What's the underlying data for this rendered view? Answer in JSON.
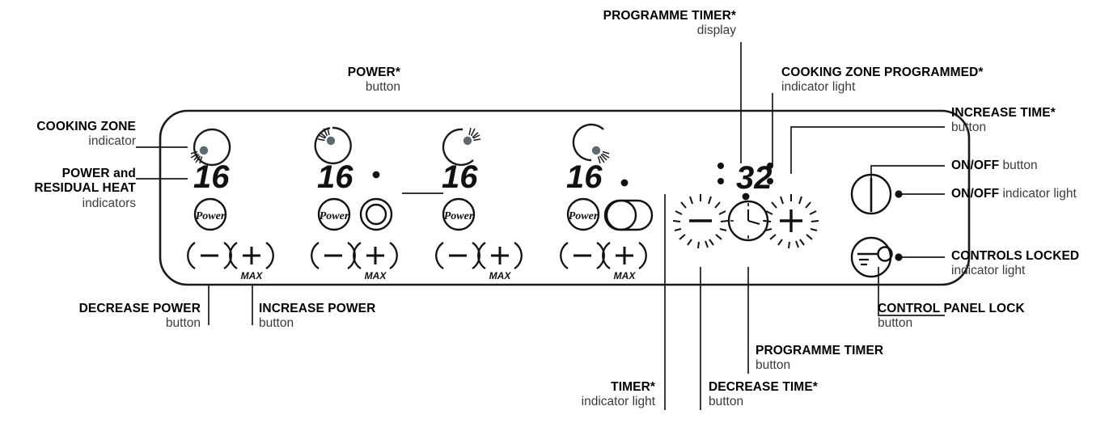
{
  "diagram": {
    "title": "Cooktop control panel callout diagram",
    "panel": {
      "zones": [
        {
          "id": "zone-1",
          "zone_icon": "cooking-zone-indicator-icon",
          "zone_dot_position": "lower-left",
          "display_value": "16",
          "power_button_label": "Power",
          "decrease_label": "−",
          "increase_label": "+",
          "increase_sub_label": "MAX",
          "extra_icon": "none",
          "extra_dot": false
        },
        {
          "id": "zone-2",
          "zone_icon": "cooking-zone-indicator-icon",
          "zone_dot_position": "upper-left",
          "display_value": "16",
          "power_button_label": "Power",
          "decrease_label": "−",
          "increase_label": "+",
          "increase_sub_label": "MAX",
          "extra_icon": "double-ring-zone-icon",
          "extra_dot": true
        },
        {
          "id": "zone-3",
          "zone_icon": "cooking-zone-indicator-icon",
          "zone_dot_position": "upper-right",
          "display_value": "16",
          "power_button_label": "Power",
          "decrease_label": "−",
          "increase_label": "+",
          "increase_sub_label": "MAX",
          "extra_icon": "none",
          "extra_dot": false
        },
        {
          "id": "zone-4",
          "zone_icon": "cooking-zone-indicator-icon",
          "zone_dot_position": "lower-right",
          "display_value": "16",
          "power_button_label": "Power",
          "decrease_label": "−",
          "increase_label": "+",
          "increase_sub_label": "MAX",
          "extra_icon": "oval-zone-icon",
          "extra_dot": true
        }
      ],
      "timer": {
        "display_value": "32",
        "left_colon": ":",
        "right_colon": ":",
        "decrease_time_label": "−",
        "increase_time_label": "+",
        "programme_timer_icon": "clock-icon"
      },
      "right_controls": {
        "onoff_icon": "power-bar-icon",
        "onoff_indicator": "indicator-dot",
        "lock_icon": "key-icon",
        "lock_indicator": "indicator-dot"
      }
    },
    "callouts": [
      {
        "id": "cooking-zone-indicator",
        "bold": "COOKING ZONE",
        "normal": "indicator",
        "align": "right"
      },
      {
        "id": "power-residual-heat",
        "bold": "POWER and",
        "bold2": "RESIDUAL HEAT",
        "normal": "indicators",
        "align": "right"
      },
      {
        "id": "power-button",
        "bold": "POWER*",
        "normal": "button",
        "align": "right"
      },
      {
        "id": "programme-timer-display",
        "bold": "PROGRAMME TIMER*",
        "normal": "display",
        "align": "right"
      },
      {
        "id": "cooking-zone-programmed",
        "bold": "COOKING ZONE PROGRAMMED*",
        "normal": "indicator light",
        "align": "left"
      },
      {
        "id": "increase-time-button",
        "bold": "INCREASE TIME*",
        "normal": "button",
        "align": "left"
      },
      {
        "id": "onoff-button",
        "bold": "ON/OFF",
        "normal": "button",
        "align": "left"
      },
      {
        "id": "onoff-indicator-light",
        "bold": "ON/OFF",
        "normal": "indicator light",
        "align": "left"
      },
      {
        "id": "controls-locked",
        "bold": "CONTROLS LOCKED",
        "normal": "indicator light",
        "align": "left"
      },
      {
        "id": "control-panel-lock",
        "bold": "CONTROL PANEL LOCK",
        "normal": "button",
        "align": "left"
      },
      {
        "id": "decrease-power-button",
        "bold": "DECREASE POWER",
        "normal": "button",
        "align": "right"
      },
      {
        "id": "increase-power-button",
        "bold": "INCREASE POWER",
        "normal": "button",
        "align": "left"
      },
      {
        "id": "timer-indicator-light",
        "bold": "TIMER*",
        "normal": "indicator light",
        "align": "right"
      },
      {
        "id": "decrease-time-button",
        "bold": "DECREASE TIME*",
        "normal": "button",
        "align": "left"
      },
      {
        "id": "programme-timer-button",
        "bold": "PROGRAMME TIMER",
        "normal": "button",
        "align": "left"
      }
    ],
    "colors": {
      "ink": "#000000",
      "label_secondary": "#3b3b3b",
      "leader_line": "#1a1a1a",
      "zone_dot": "#5d6b70"
    }
  }
}
